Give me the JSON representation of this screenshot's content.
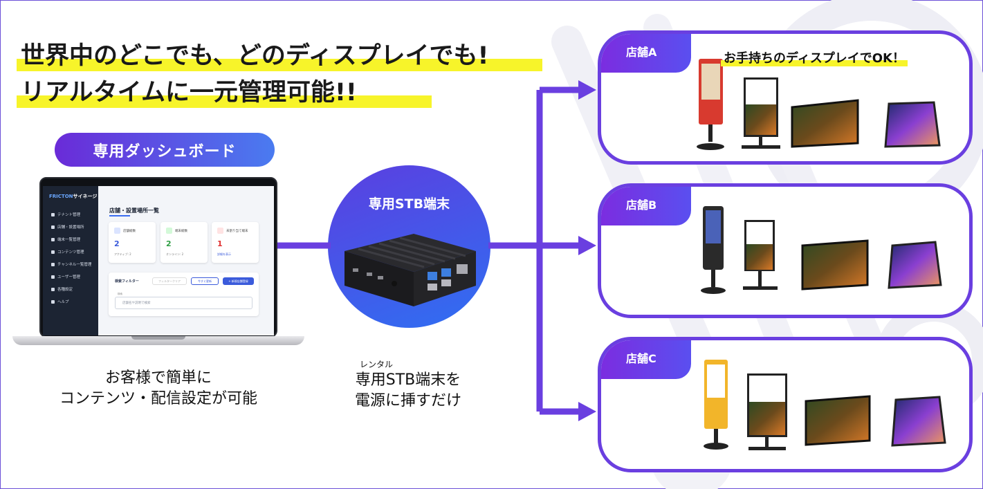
{
  "headline": {
    "line1": "世界中のどこでも、どのディスプレイでも!",
    "line2": "リアルタイムに一元管理可能!!"
  },
  "dashboard_pill": "専用ダッシュボード",
  "dashboard_ui": {
    "brand": "FRICTON",
    "brand_suffix": "サイネージ",
    "nav": [
      "テナント管理",
      "店舗・設置場所",
      "端末一覧管理",
      "コンテンツ管理",
      "チャンネル一覧管理",
      "ユーザー管理",
      "各種設定",
      "ヘルプ"
    ],
    "page_title": "店舗・設置場所一覧",
    "cards": [
      {
        "label": "店舗総数",
        "value": "2",
        "sub": "アクティブ: 2",
        "color": "#3b5bdb"
      },
      {
        "label": "端末総数",
        "value": "2",
        "sub": "オンライン: 2",
        "color": "#2f9e44"
      },
      {
        "label": "未割り当て端末",
        "value": "1",
        "sub": "詳細を表示",
        "color": "#e03131"
      }
    ],
    "filter_title": "検索フィルター",
    "filter_clear": "フィルタークリア",
    "filter_refresh": "今すぐ更新",
    "filter_add": "+ 新規店舗登録",
    "search_label": "検索",
    "search_placeholder": "店舗名や説明で検索"
  },
  "caption_left": {
    "line1": "お客様で簡単に",
    "line2": "コンテンツ・配信設定が可能"
  },
  "stb": {
    "title": "専用STB端末",
    "rental": "レンタル",
    "caption_line1": "専用STB端末を",
    "caption_line2": "電源に挿すだけ"
  },
  "stores": [
    {
      "name": "店舗A",
      "kiosk_color": "#d83a2f"
    },
    {
      "name": "店舗B",
      "kiosk_color": "#2a2a2a"
    },
    {
      "name": "店舗C",
      "kiosk_color": "#f2b52a"
    }
  ],
  "ok_note": "お手持ちのディスプレイでOK！",
  "colors": {
    "accent_purple": "#6a3fe0",
    "accent_blue": "#2f6ff2",
    "highlight_yellow": "#f7f42a"
  }
}
